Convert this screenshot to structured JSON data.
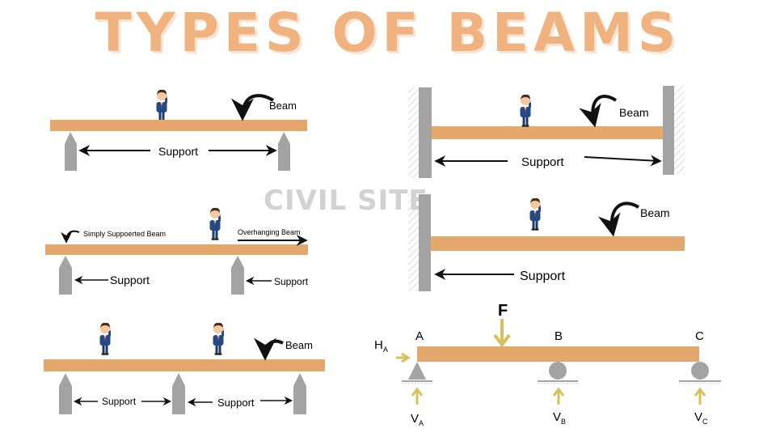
{
  "title": "TYPES OF BEAMS",
  "watermark": "CIVIL SITE",
  "panels": {
    "simply_supported": {
      "beam_label": "Beam",
      "support_label": "Support"
    },
    "fixed_beam": {
      "beam_label": "Beam",
      "support_label": "Support"
    },
    "overhanging": {
      "left_label": "Simply Suppoerted Beam",
      "right_label": "Overhanging Beam",
      "support_left": "Support",
      "support_right": "Support"
    },
    "cantilever": {
      "beam_label": "Beam",
      "support_label": "Support"
    },
    "continuous": {
      "beam_label": "Beam",
      "support_left": "Support",
      "support_right": "Support"
    },
    "reactions": {
      "force_label": "F",
      "point_a": "A",
      "point_b": "B",
      "point_c": "C",
      "h_a": {
        "main": "H",
        "sub": "A"
      },
      "v_a": {
        "main": "V",
        "sub": "A"
      },
      "v_b": {
        "main": "V",
        "sub": "B"
      },
      "v_c": {
        "main": "V",
        "sub": "C"
      }
    }
  },
  "colors": {
    "title": "#f0b37f",
    "beam": "#e5a86c",
    "support": "#a3a3a3",
    "arrow_reaction": "#d9c15a",
    "watermark": "#d2d2d2"
  }
}
